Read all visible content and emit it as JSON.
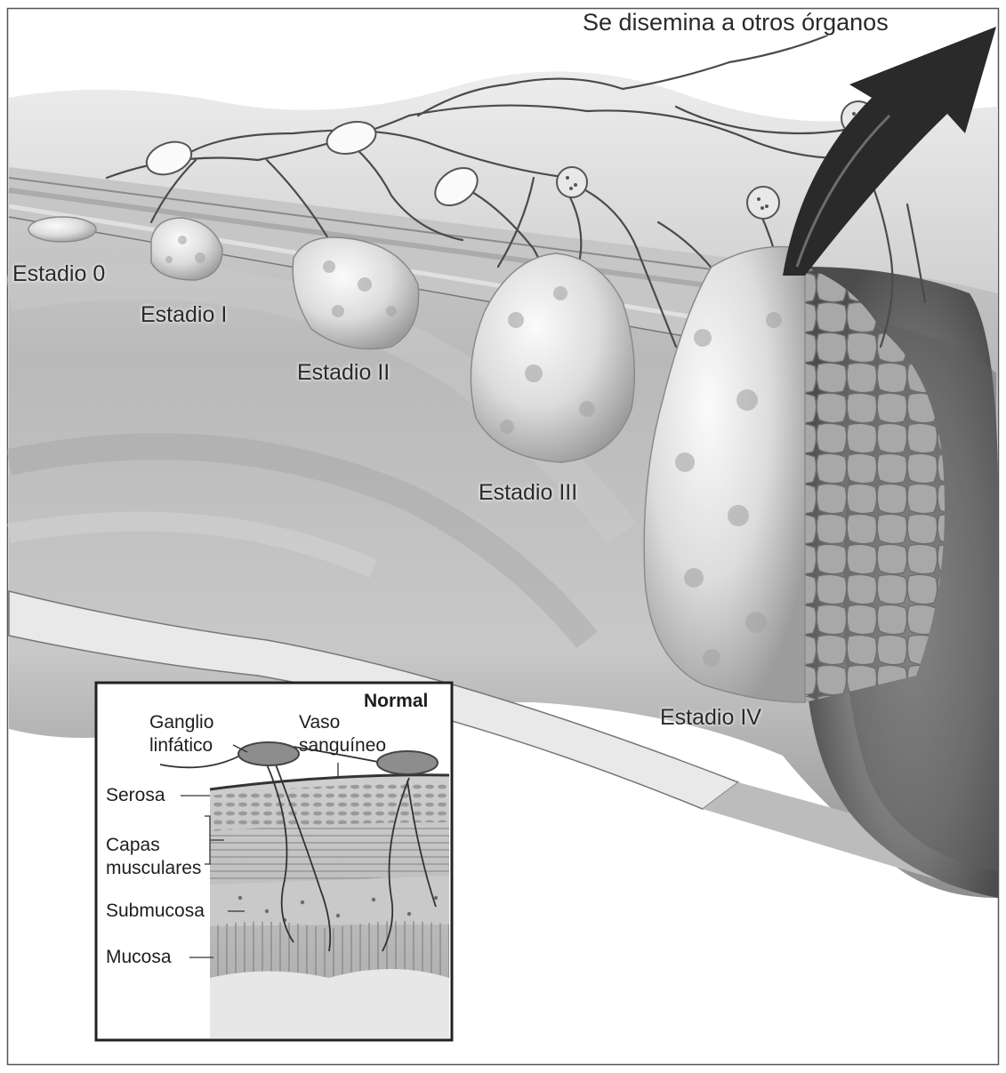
{
  "title": "Se disemina a otros órganos",
  "stages": [
    {
      "label": "Estadio 0"
    },
    {
      "label": "Estadio I"
    },
    {
      "label": "Estadio II"
    },
    {
      "label": "Estadio III"
    },
    {
      "label": "Estadio IV"
    }
  ],
  "inset": {
    "title": "Normal",
    "lymph_node": {
      "line1": "Ganglio",
      "line2": "linfático"
    },
    "blood_vessel": {
      "line1": "Vaso",
      "line2": "sanguíneo"
    },
    "layers": {
      "serosa": "Serosa",
      "muscle": {
        "line1": "Capas",
        "line2": "musculares"
      },
      "submucosa": "Submucosa",
      "mucosa": "Mucosa"
    }
  },
  "colors": {
    "background": "#ffffff",
    "tissue_light": "#e6e6e6",
    "tissue_mid": "#b4b4b4",
    "tissue_dark": "#6e6e6e",
    "arrow": "#2a2a2a",
    "text": "#2a2a2a"
  }
}
